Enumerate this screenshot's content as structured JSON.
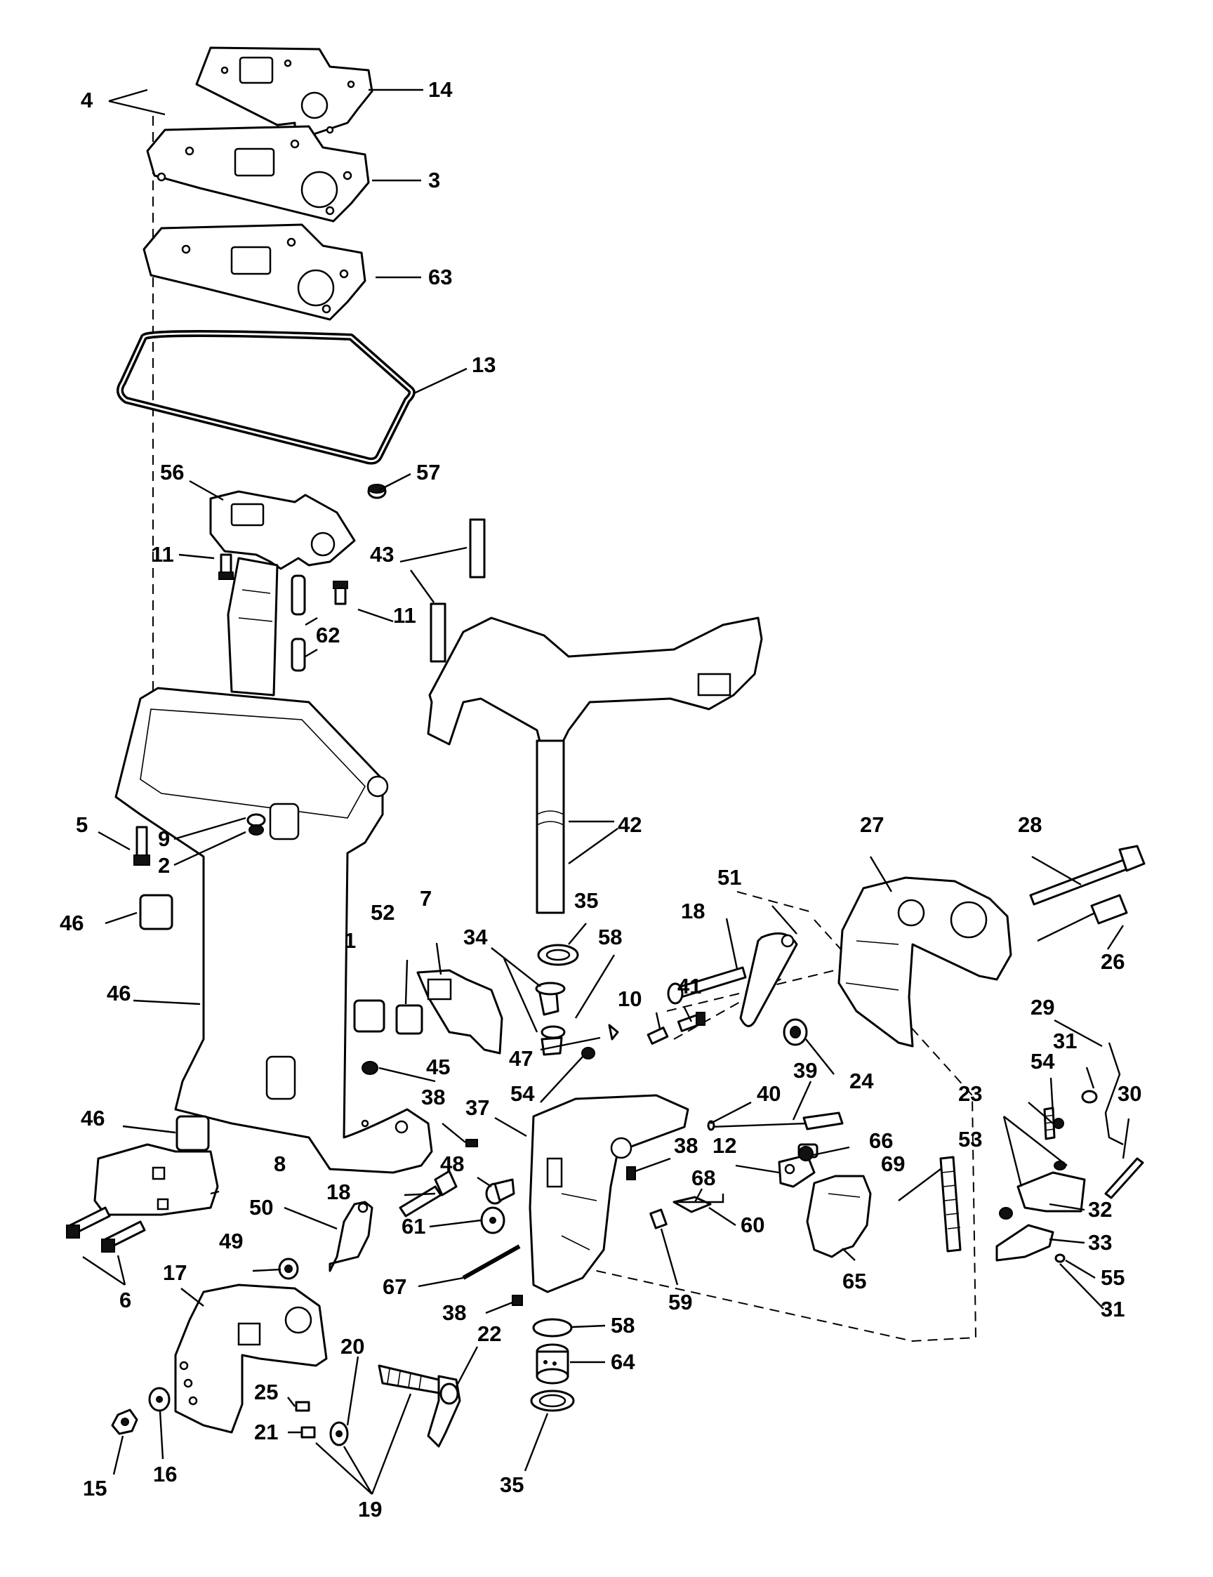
{
  "callouts": [
    {
      "id": "p4",
      "text": "4"
    },
    {
      "id": "p14",
      "text": "14"
    },
    {
      "id": "p3",
      "text": "3"
    },
    {
      "id": "p63",
      "text": "63"
    },
    {
      "id": "p13",
      "text": "13"
    },
    {
      "id": "p56",
      "text": "56"
    },
    {
      "id": "p57",
      "text": "57"
    },
    {
      "id": "p11a",
      "text": "11"
    },
    {
      "id": "p11b",
      "text": "11"
    },
    {
      "id": "p43",
      "text": "43"
    },
    {
      "id": "p62",
      "text": "62"
    },
    {
      "id": "p5",
      "text": "5"
    },
    {
      "id": "p9",
      "text": "9"
    },
    {
      "id": "p2",
      "text": "2"
    },
    {
      "id": "p42",
      "text": "42"
    },
    {
      "id": "p27",
      "text": "27"
    },
    {
      "id": "p28",
      "text": "28"
    },
    {
      "id": "p46a",
      "text": "46"
    },
    {
      "id": "p51",
      "text": "51"
    },
    {
      "id": "p35a",
      "text": "35"
    },
    {
      "id": "p52",
      "text": "52"
    },
    {
      "id": "p7",
      "text": "7"
    },
    {
      "id": "p18a",
      "text": "18"
    },
    {
      "id": "p34",
      "text": "34"
    },
    {
      "id": "p58a",
      "text": "58"
    },
    {
      "id": "p26",
      "text": "26"
    },
    {
      "id": "p1",
      "text": "1"
    },
    {
      "id": "p46b",
      "text": "46"
    },
    {
      "id": "p41",
      "text": "41"
    },
    {
      "id": "p10",
      "text": "10"
    },
    {
      "id": "p29",
      "text": "29"
    },
    {
      "id": "p31a",
      "text": "31"
    },
    {
      "id": "p45",
      "text": "45"
    },
    {
      "id": "p47",
      "text": "47"
    },
    {
      "id": "p54a",
      "text": "54"
    },
    {
      "id": "p24",
      "text": "24"
    },
    {
      "id": "p39",
      "text": "39"
    },
    {
      "id": "p54b",
      "text": "54"
    },
    {
      "id": "p23",
      "text": "23"
    },
    {
      "id": "p30",
      "text": "30"
    },
    {
      "id": "p38a",
      "text": "38"
    },
    {
      "id": "p37",
      "text": "37"
    },
    {
      "id": "p40",
      "text": "40"
    },
    {
      "id": "p46c",
      "text": "46"
    },
    {
      "id": "p38b",
      "text": "38"
    },
    {
      "id": "p12",
      "text": "12"
    },
    {
      "id": "p66",
      "text": "66"
    },
    {
      "id": "p53",
      "text": "53"
    },
    {
      "id": "p8",
      "text": "8"
    },
    {
      "id": "p48",
      "text": "48"
    },
    {
      "id": "p68",
      "text": "68"
    },
    {
      "id": "p69",
      "text": "69"
    },
    {
      "id": "p18b",
      "text": "18"
    },
    {
      "id": "p50",
      "text": "50"
    },
    {
      "id": "p32",
      "text": "32"
    },
    {
      "id": "p61",
      "text": "61"
    },
    {
      "id": "p60",
      "text": "60"
    },
    {
      "id": "p49",
      "text": "49"
    },
    {
      "id": "p33",
      "text": "33"
    },
    {
      "id": "p6",
      "text": "6"
    },
    {
      "id": "p17",
      "text": "17"
    },
    {
      "id": "p67",
      "text": "67"
    },
    {
      "id": "p65",
      "text": "65"
    },
    {
      "id": "p55",
      "text": "55"
    },
    {
      "id": "p59",
      "text": "59"
    },
    {
      "id": "p38c",
      "text": "38"
    },
    {
      "id": "p58b",
      "text": "58"
    },
    {
      "id": "p31b",
      "text": "31"
    },
    {
      "id": "p20",
      "text": "20"
    },
    {
      "id": "p22",
      "text": "22"
    },
    {
      "id": "p64",
      "text": "64"
    },
    {
      "id": "p25",
      "text": "25"
    },
    {
      "id": "p21",
      "text": "21"
    },
    {
      "id": "p15",
      "text": "15"
    },
    {
      "id": "p16",
      "text": "16"
    },
    {
      "id": "p19",
      "text": "19"
    },
    {
      "id": "p35b",
      "text": "35"
    }
  ]
}
